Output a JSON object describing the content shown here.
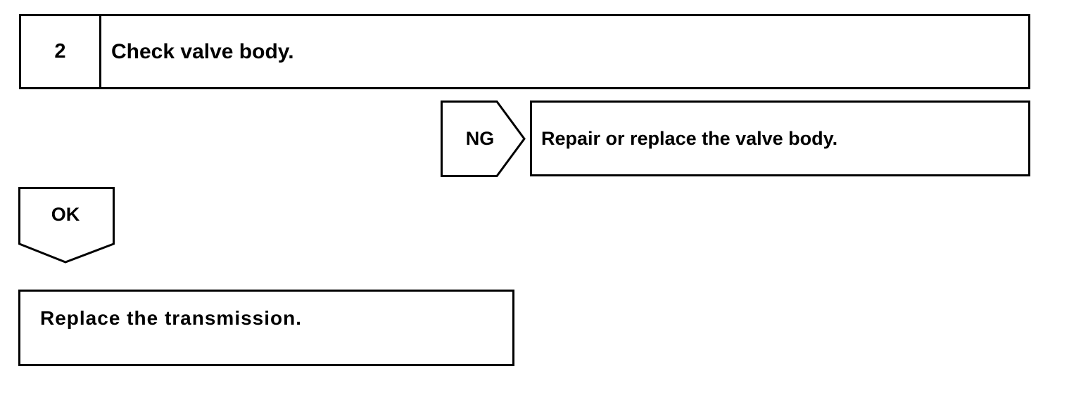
{
  "step": {
    "number": "2",
    "title": "Check valve body."
  },
  "ng_branch": {
    "label": "NG",
    "action": "Repair or replace the valve body."
  },
  "ok_branch": {
    "label": "OK",
    "action": "Replace the transmission."
  }
}
